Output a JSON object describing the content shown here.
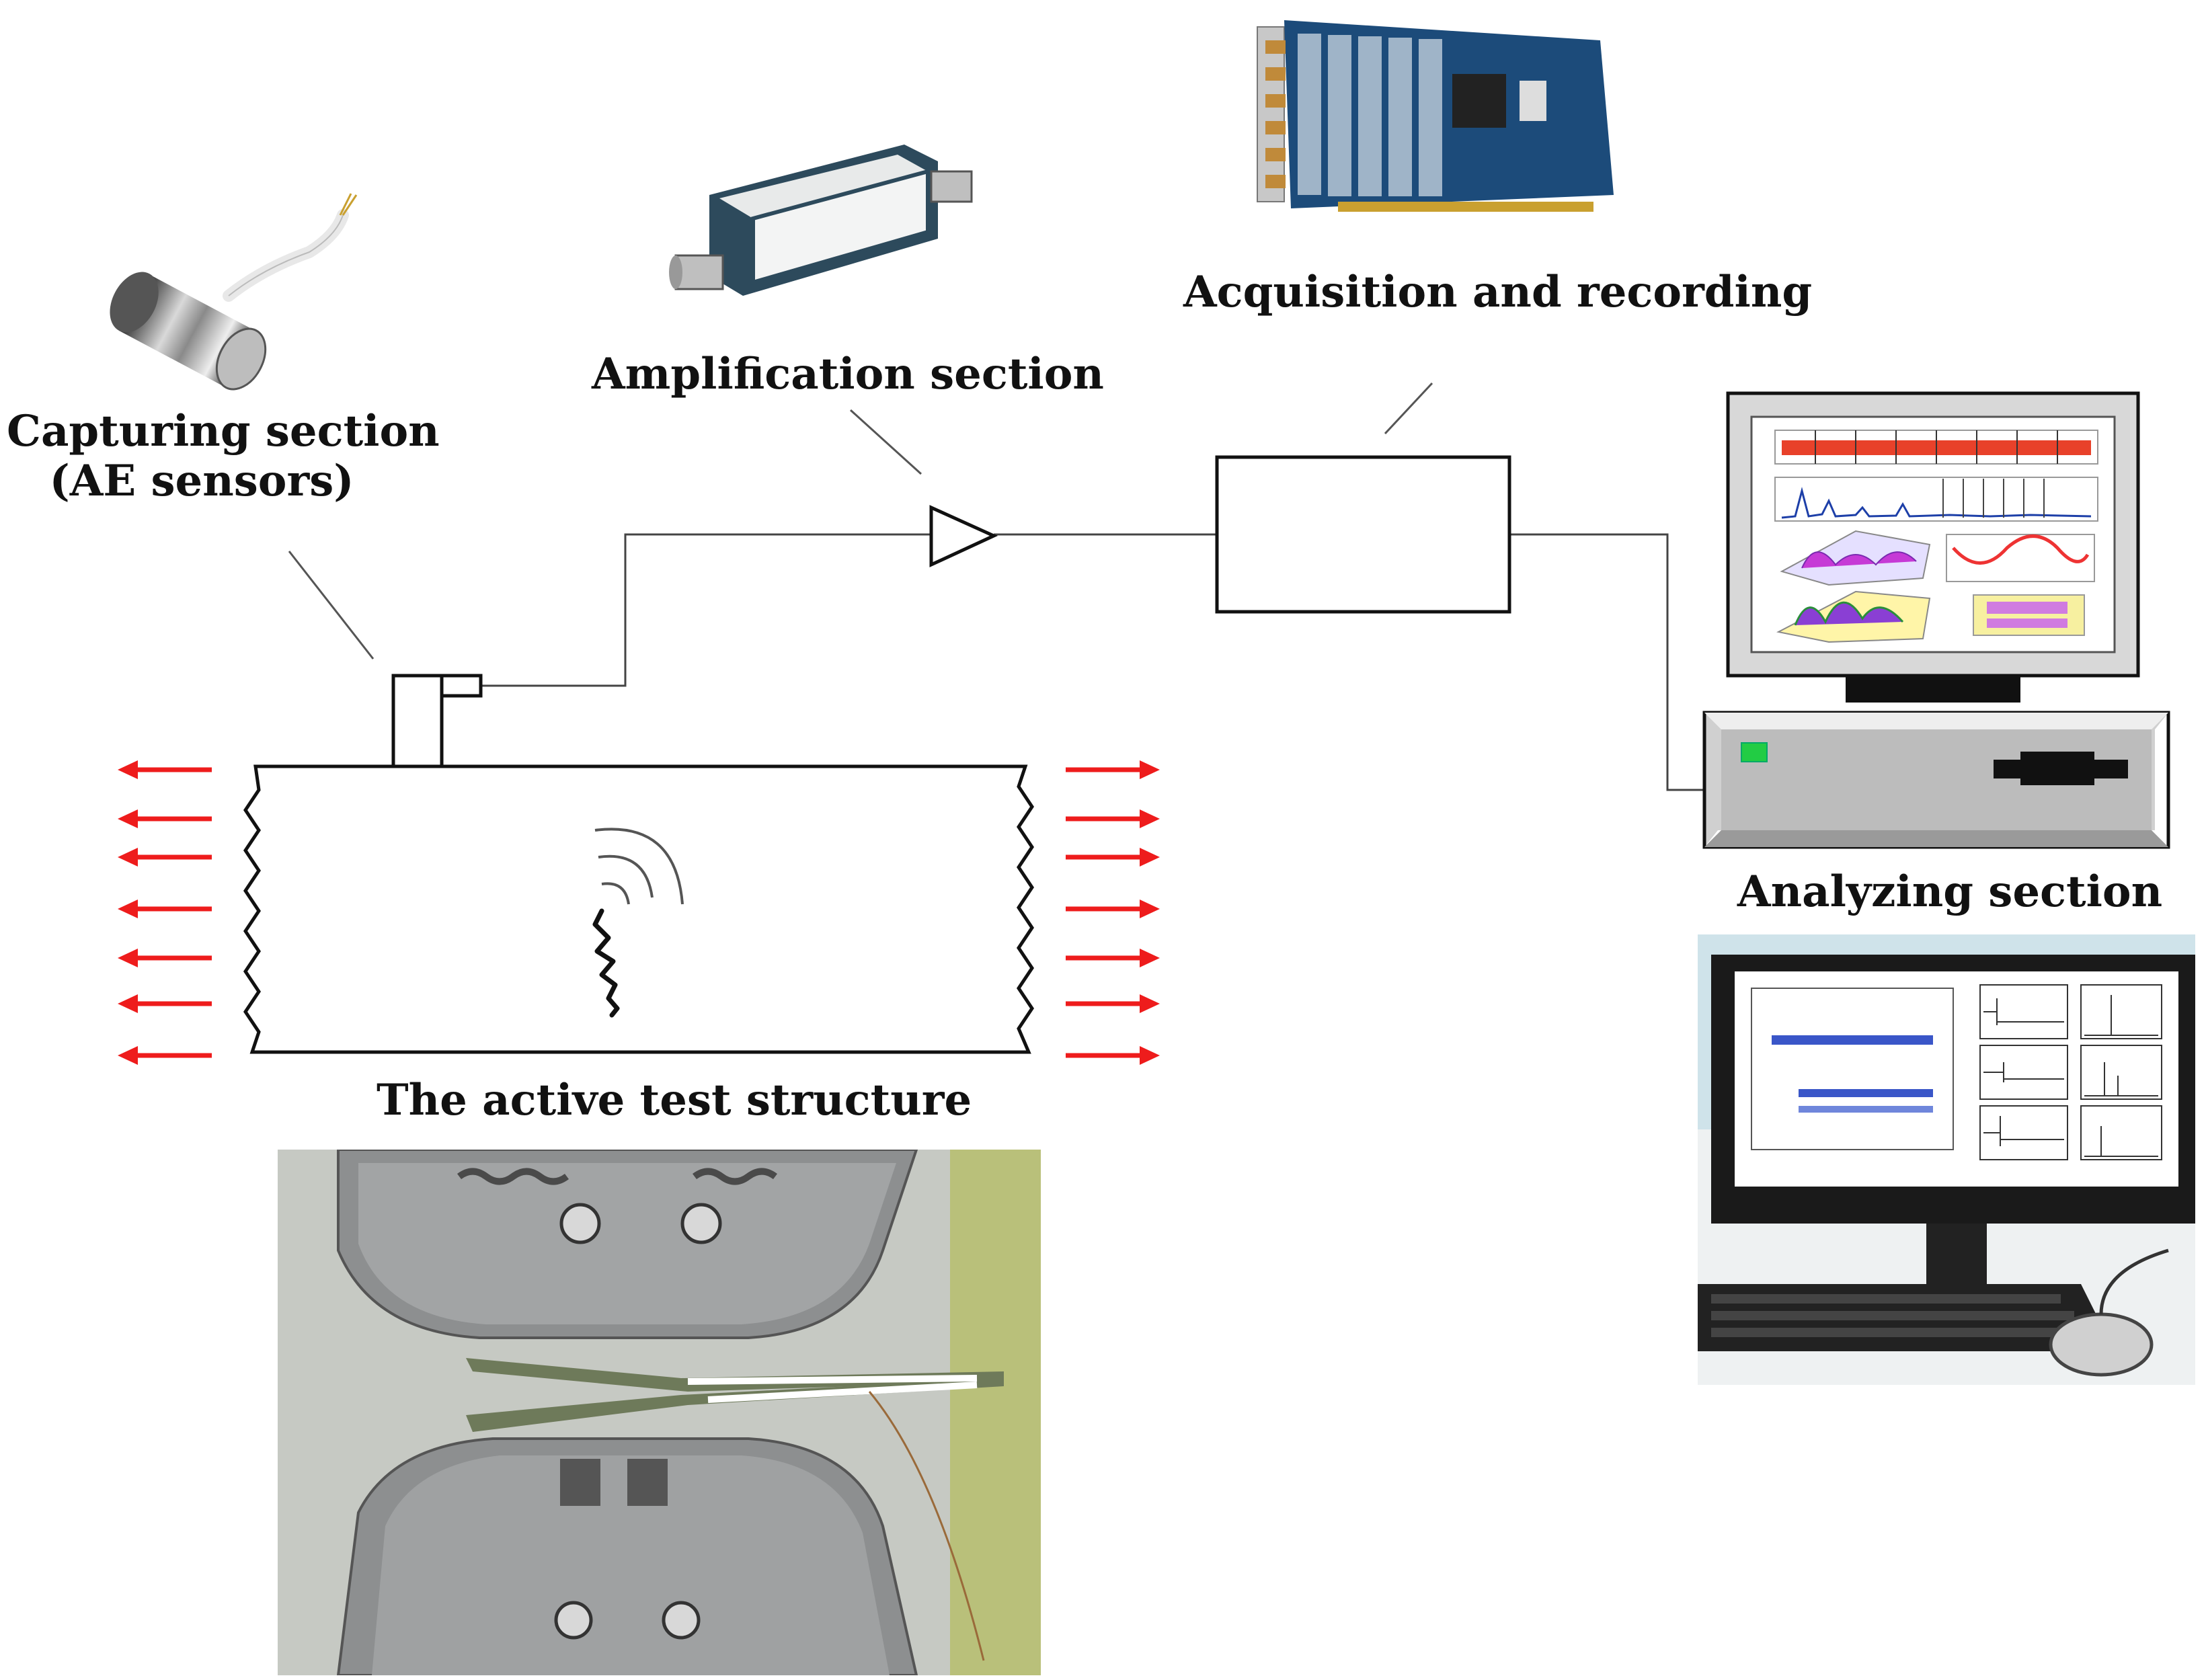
{
  "labels": {
    "capturing_line1": "Capturing section",
    "capturing_line2": "(AE sensors)",
    "amplification": "Amplification section",
    "acquisition": "Acquisition and recording",
    "analyzing": "Analyzing section",
    "test_structure": "The active test structure"
  },
  "colors": {
    "load_arrow": "#ee1c1c",
    "line": "#111111",
    "screen_bg": "#ffffff",
    "computer_case": "#c8c8c8",
    "led": "#22cc44"
  },
  "icons": [
    "ae-sensor-photo",
    "amplifier-photo",
    "daq-card-photo",
    "test-rig-photo",
    "monitor-photo",
    "amplifier-triangle-icon",
    "daq-box-icon",
    "computer-icon",
    "crack-icon",
    "wave-icon"
  ]
}
